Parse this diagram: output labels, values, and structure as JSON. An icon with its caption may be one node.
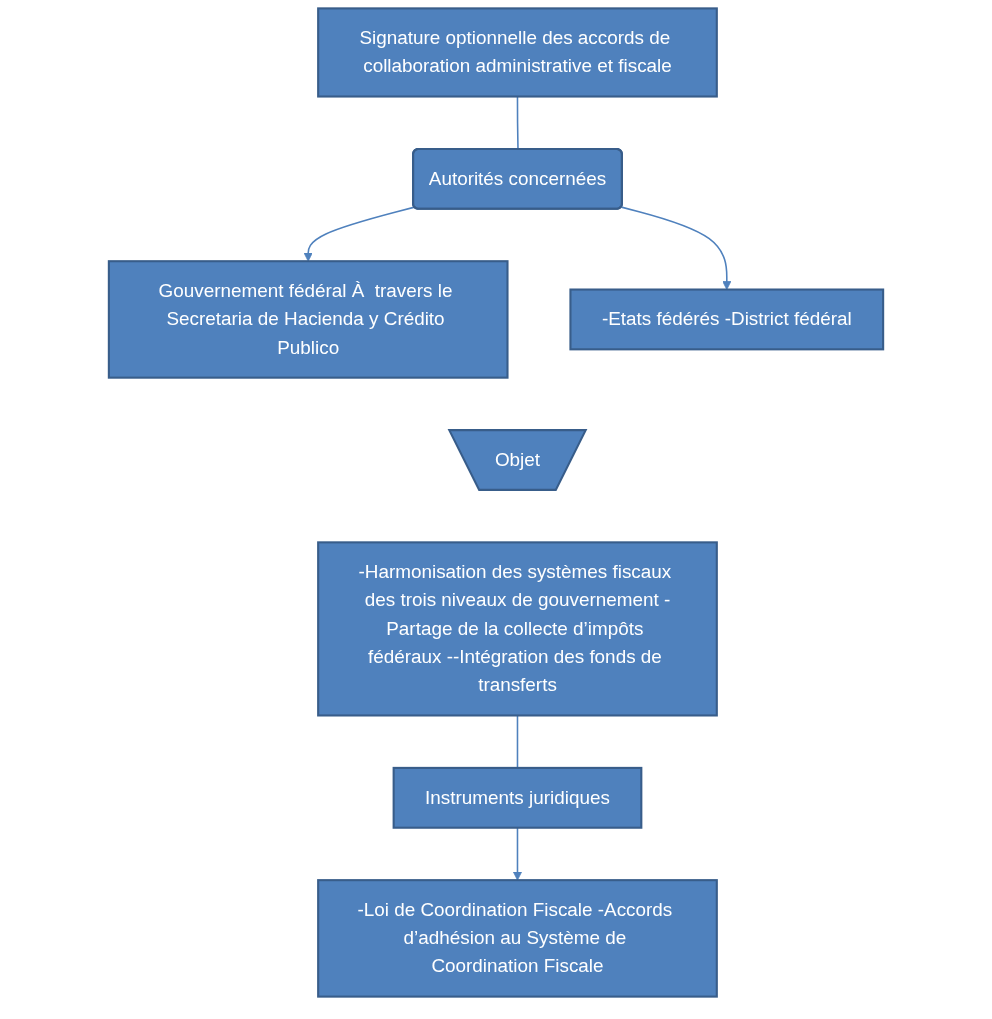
{
  "diagram": {
    "nodes": [
      {
        "text": [
          "Signature optionnelle des accords de collaboration administrative et fiscale"
        ]
      },
      {
        "text": [
          "Autorités concernées"
        ]
      },
      {
        "text": [
          "Gouvernement fédéral À  travers le Secretaria de Hacienda y Crédito Publico"
        ]
      },
      {
        "text": [
          "-Etats fédérés -District fédéral"
        ]
      },
      {
        "text": [
          "Objet"
        ]
      },
      {
        "text": [
          "-Harmonisation des systèmes fiscaux des trois niveaux de gouvernement -Partage de la collecte d’impôts fédéraux --Intégration des fonds de transferts"
        ]
      },
      {
        "text": [
          "Instruments juridiques"
        ]
      },
      {
        "text": [
          "-Loi de Coordination Fiscale -Accords d’adhésion au Système de Coordination Fiscale"
        ]
      }
    ],
    "edges": [
      {
        "from": 0,
        "to": 1,
        "arrow": "none"
      },
      {
        "from": 1,
        "to": 2,
        "arrow": "to"
      },
      {
        "from": 1,
        "to": 3,
        "arrow": "to"
      },
      {
        "from": 5,
        "to": 6,
        "arrow": "none"
      },
      {
        "from": 6,
        "to": 7,
        "arrow": "to"
      }
    ]
  }
}
